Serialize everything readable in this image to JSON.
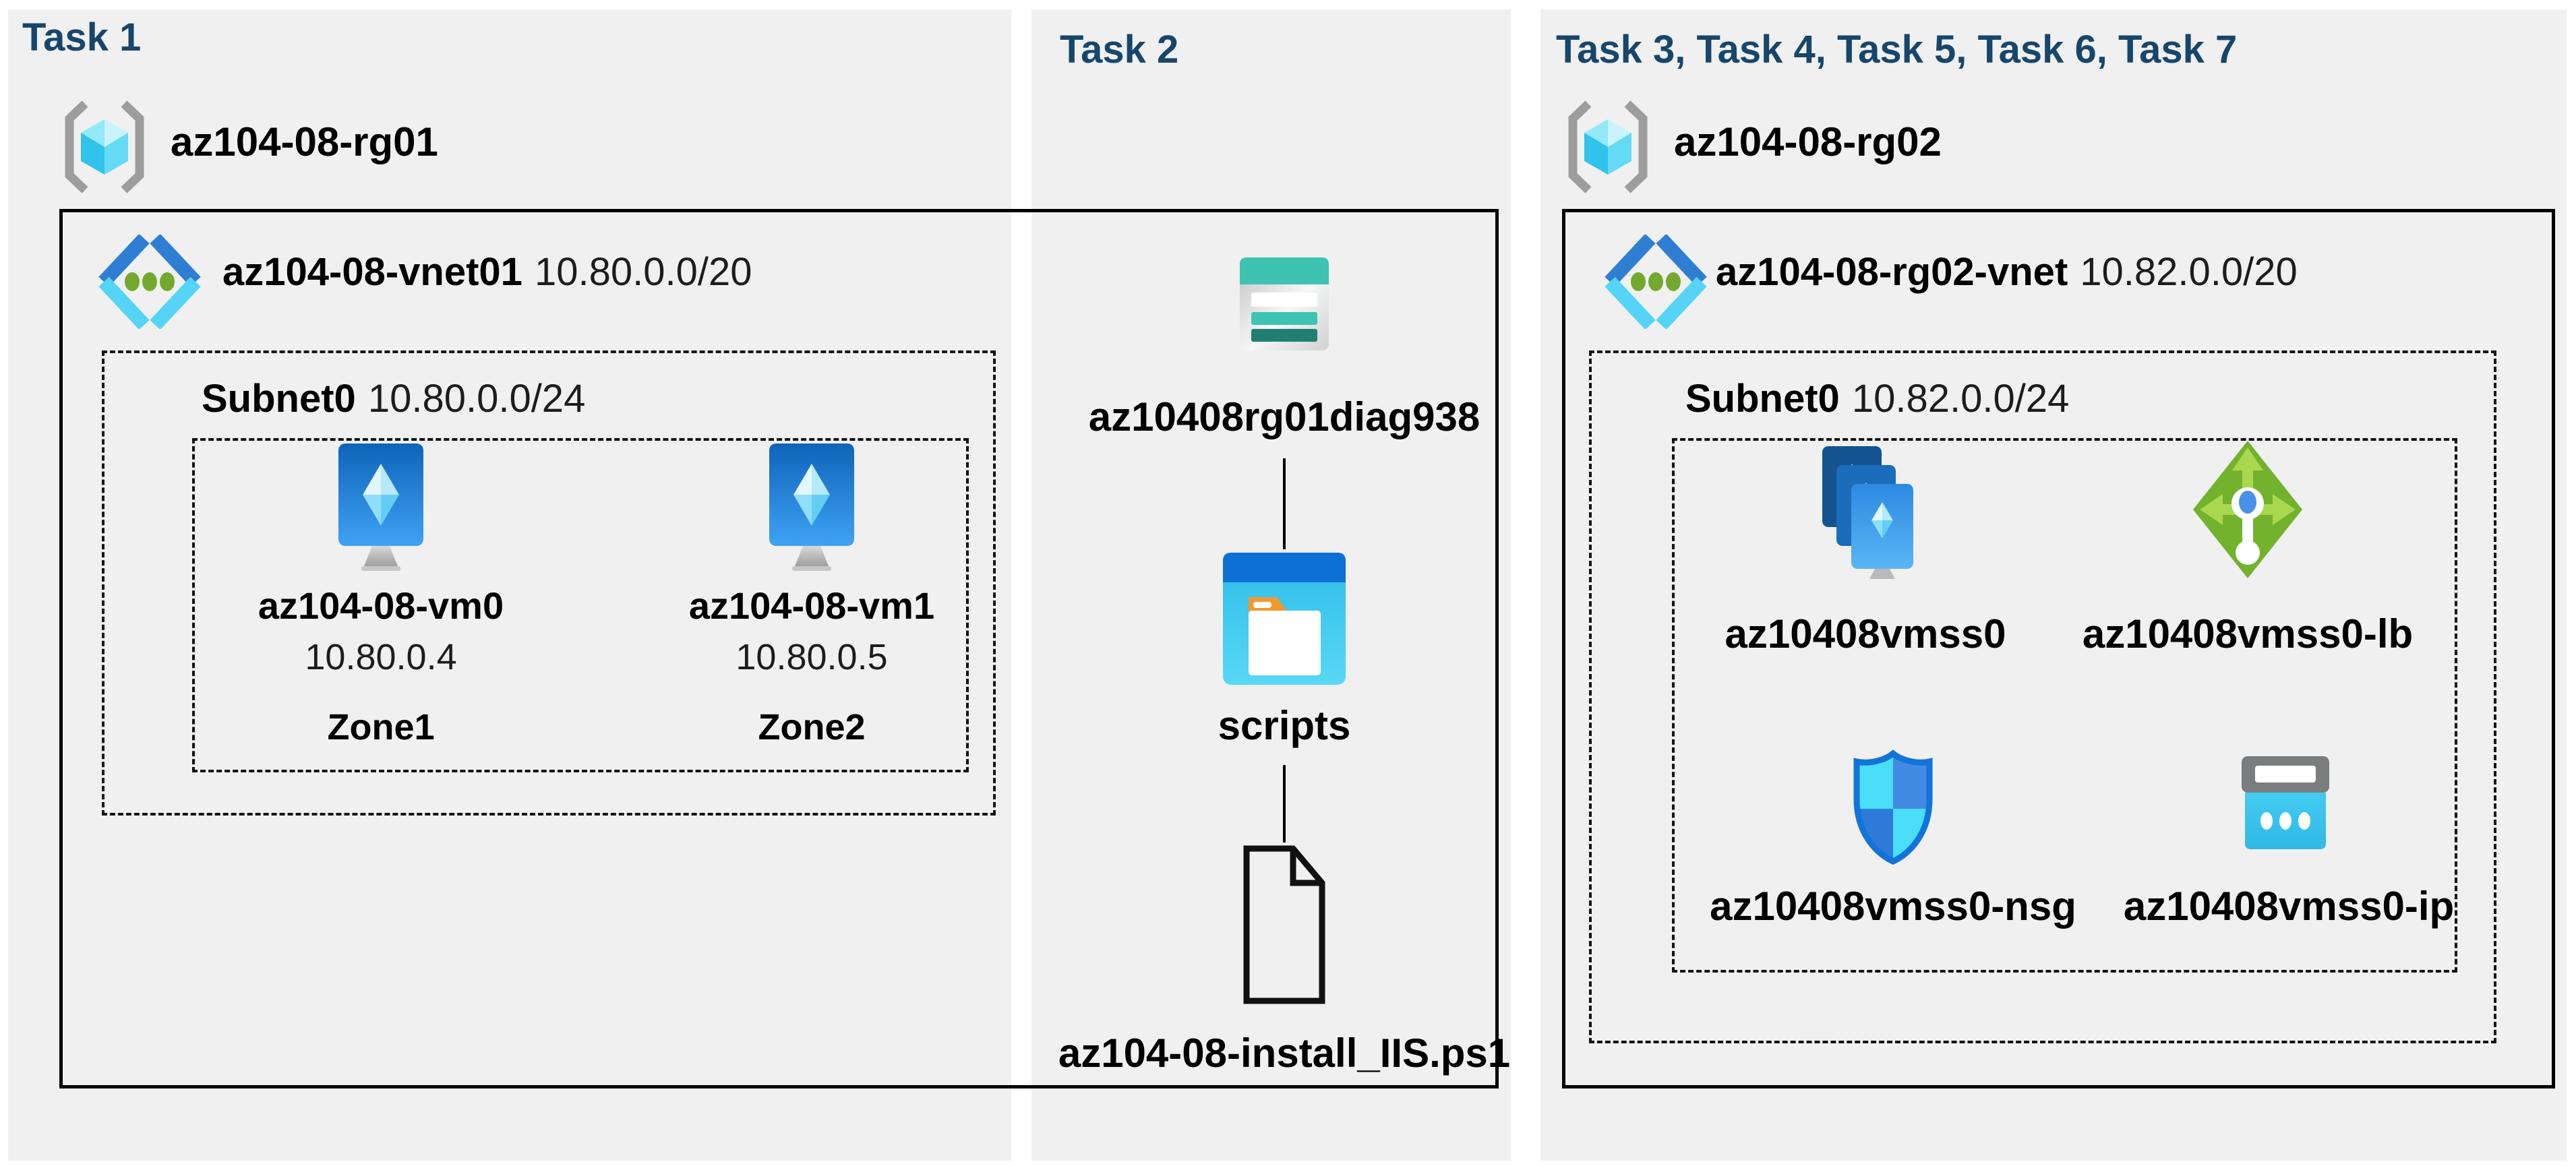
{
  "colors": {
    "title_navy": "#17466B",
    "panel_gray": "#F0F0F1",
    "storage_teal": "#3EC3B2",
    "storage_teal_dark": "#207F70",
    "container_blue": "#0C70D6",
    "lb_green": "#72B22D",
    "nsg_outline_blue": "#1273DA",
    "vnet_chevron_blue": "#2E7FD3",
    "vnet_chevron_cyan": "#55D4F5",
    "vnet_dot_green": "#73A92F"
  },
  "task1": {
    "title": "Task 1",
    "resource_group": "az104-08-rg01",
    "resource_group_icon": "resource-group-icon",
    "vnet_icon": "virtual-network-icon",
    "vnet_name": "az104-08-vnet01",
    "vnet_cidr": "10.80.0.0/20",
    "subnet_name": "Subnet0",
    "subnet_cidr": "10.80.0.0/24",
    "vms": [
      {
        "name": "az104-08-vm0",
        "ip": "10.80.0.4",
        "zone": "Zone1",
        "icon": "virtual-machine-icon"
      },
      {
        "name": "az104-08-vm1",
        "ip": "10.80.0.5",
        "zone": "Zone2",
        "icon": "virtual-machine-icon"
      }
    ]
  },
  "task2": {
    "title": "Task 2",
    "storage_account": "az10408rg01diag938",
    "storage_account_icon": "storage-account-icon",
    "container": "scripts",
    "container_icon": "blob-container-icon",
    "script_file": "az104-08-install_IIS.ps1",
    "script_file_icon": "file-document-icon"
  },
  "task3": {
    "title": "Task 3, Task 4, Task 5, Task 6, Task 7",
    "resource_group": "az104-08-rg02",
    "resource_group_icon": "resource-group-icon",
    "vnet_icon": "virtual-network-icon",
    "vnet_name": "az104-08-rg02-vnet",
    "vnet_cidr": "10.82.0.0/20",
    "subnet_name": "Subnet0",
    "subnet_cidr": "10.82.0.0/24",
    "resources": [
      {
        "name": "az10408vmss0",
        "type": "vm-scale-set",
        "icon": "vm-scale-set-icon"
      },
      {
        "name": "az10408vmss0-lb",
        "type": "load-balancer",
        "icon": "load-balancer-icon"
      },
      {
        "name": "az10408vmss0-nsg",
        "type": "network-security-group",
        "icon": "nsg-shield-icon"
      },
      {
        "name": "az10408vmss0-ip",
        "type": "public-ip-address",
        "icon": "public-ip-icon"
      }
    ]
  }
}
